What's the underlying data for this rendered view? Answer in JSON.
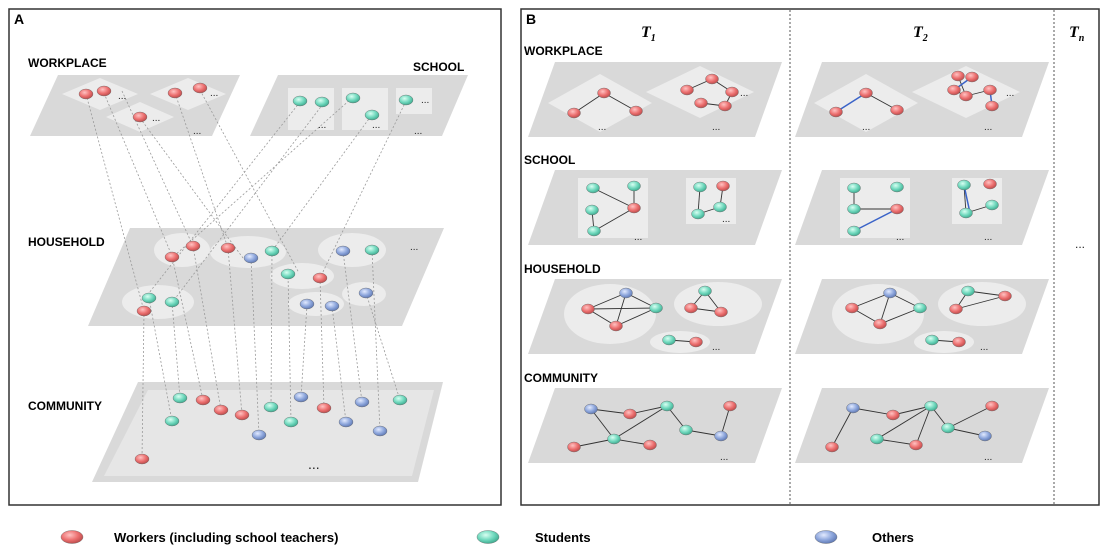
{
  "panelA": {
    "label": "A",
    "layers": {
      "workplace": "WORKPLACE",
      "school": "SCHOOL",
      "household": "HOUSEHOLD",
      "community": "COMMUNITY"
    },
    "ellipsis": "..."
  },
  "panelB": {
    "label": "B",
    "columns": [
      {
        "base": "T",
        "sub": "1"
      },
      {
        "base": "T",
        "sub": "2"
      },
      {
        "base": "T",
        "sub": "n"
      }
    ],
    "rows": [
      "WORKPLACE",
      "SCHOOL",
      "HOUSEHOLD",
      "COMMUNITY"
    ],
    "ellipsis": "..."
  },
  "legend": [
    {
      "label": "Workers (including school teachers)",
      "color": "#ec6f6f"
    },
    {
      "label": "Students",
      "color": "#6fd8bd"
    },
    {
      "label": "Others",
      "color": "#8da6dc"
    }
  ],
  "colors": {
    "worker": "#ec6f6f",
    "student": "#6fd8bd",
    "other": "#8da6dc",
    "layer": "#d9d9d9",
    "cluster": "#ececec",
    "changed_edge": "#3a63c8"
  }
}
